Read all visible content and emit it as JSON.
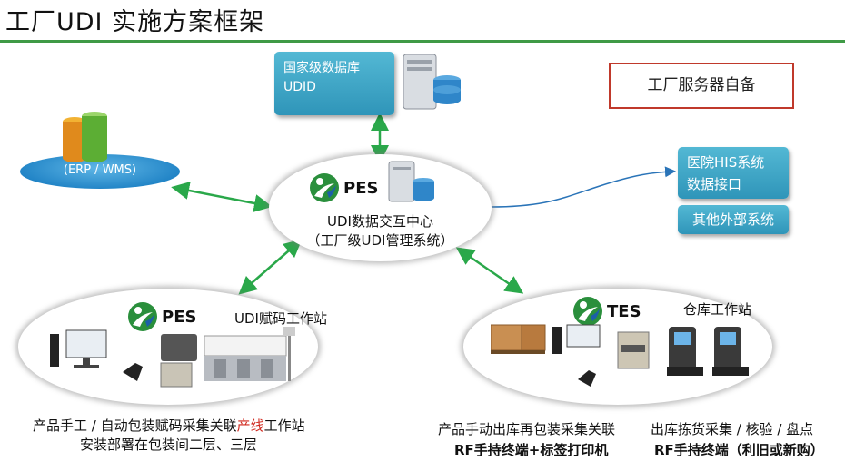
{
  "title": "工厂UDI 实施方案框架",
  "national_db": {
    "line1": "国家级数据库",
    "line2": "UDID"
  },
  "factory_server_label": "工厂服务器自备",
  "erp_label": "(ERP / WMS)",
  "hospital": {
    "line1": "医院HIS系统",
    "line2": "数据接口"
  },
  "other_systems_label": "其他外部系统",
  "center": {
    "logo": "PES",
    "line1": "UDI数据交互中心",
    "line2": "（工厂级UDI管理系统）"
  },
  "coding_station": {
    "logo": "PES",
    "title": "UDI赋码工作站",
    "caption1_a": "产品手工 / 自动包装赋码采集关联",
    "caption1_red": "产线",
    "caption1_b": "工作站",
    "caption2": "安装部署在包装间二层、三层"
  },
  "warehouse_station": {
    "logo": "TES",
    "title": "仓库工作站",
    "caption_left1": "产品手动出库再包装采集关联",
    "caption_left2": "RF手持终端+标签打印机",
    "caption_right1": "出库拣货采集 / 核验 / 盘点",
    "caption_right2": "RF手持终端（利旧或新购）"
  },
  "colors": {
    "accent_green": "#3f9a46",
    "teal": "#3aa3c6",
    "red": "#c0392b",
    "arrow_green": "#2aa84a"
  }
}
